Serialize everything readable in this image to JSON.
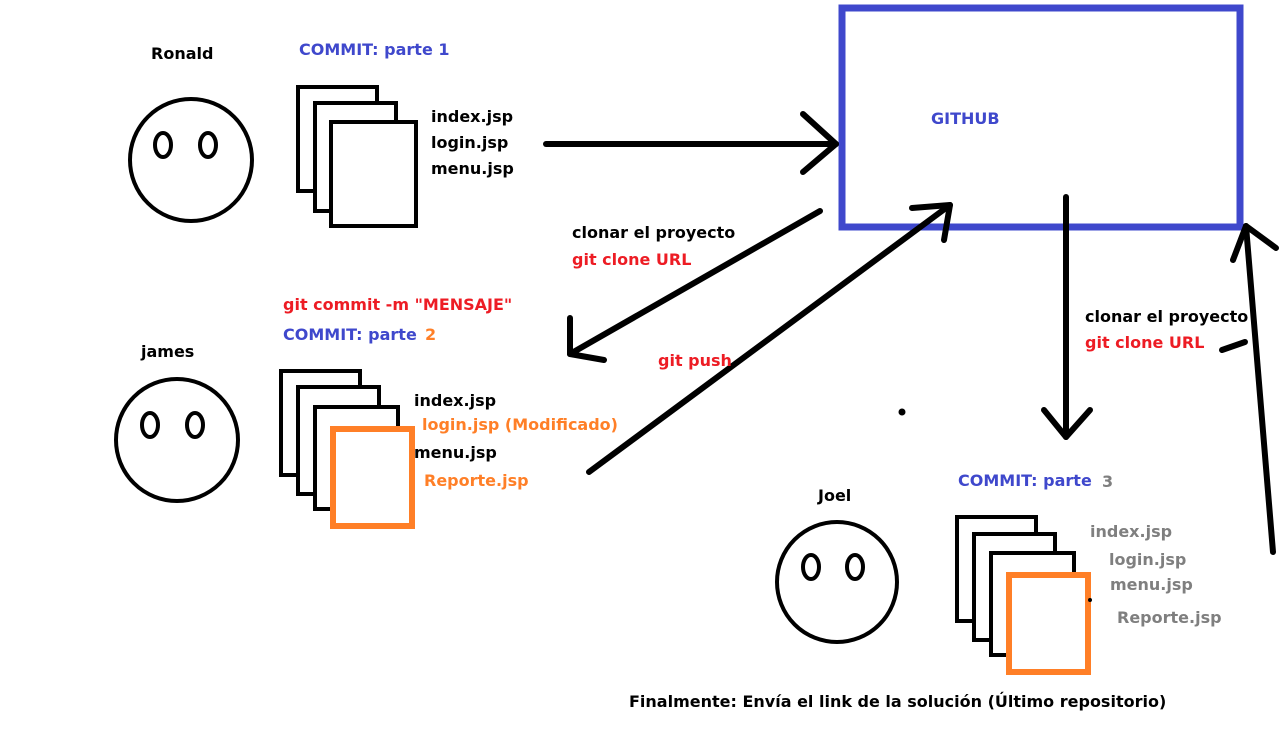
{
  "colors": {
    "black": "#000000",
    "blue": "#3f48cc",
    "red": "#ed1c24",
    "orange": "#ff7f27",
    "gray": "#7f7f7f"
  },
  "github": {
    "label": "GITHUB"
  },
  "ronald": {
    "name": "Ronald",
    "commit_label": "COMMIT: parte 1",
    "files": [
      "index.jsp",
      "login.jsp",
      "menu.jsp"
    ]
  },
  "james": {
    "name": "james",
    "command": "git commit -m \"MENSAJE\"",
    "commit_label": "COMMIT: parte",
    "commit_number": "2",
    "files": [
      "index.jsp",
      "login.jsp (Modificado)",
      "menu.jsp",
      "Reporte.jsp"
    ]
  },
  "joel": {
    "name": "Joel",
    "commit_label": "COMMIT: parte",
    "commit_number": "3",
    "files": [
      "index.jsp",
      "login.jsp",
      "menu.jsp",
      "Reporte.jsp"
    ]
  },
  "clone_left": {
    "text": "clonar el proyecto",
    "command": "git clone URL"
  },
  "clone_right": {
    "text": "clonar el proyecto",
    "command": "git clone URL"
  },
  "push": {
    "command": "git push"
  },
  "footer": {
    "text": "Finalmente: Envía el link de la solución (Último repositorio)"
  }
}
